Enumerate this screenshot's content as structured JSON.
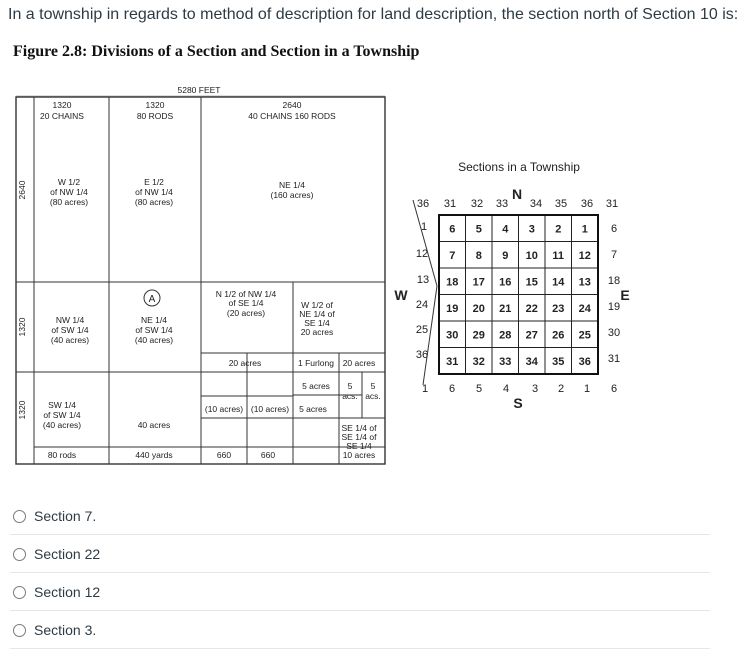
{
  "question": "In a township in regards to method of description for land description, the section north of Section 10 is:",
  "figure": {
    "title": "Figure 2.8: Divisions of a Section and Section in a Township",
    "section": {
      "top_dim": "5280 FEET",
      "col1_head": [
        "1320",
        "20 CHAINS"
      ],
      "col2_head": [
        "1320",
        "80 RODS"
      ],
      "col3_head": [
        "2640",
        "40 CHAINS 160 RODS"
      ],
      "side_top": "2640",
      "side_mid": "1320",
      "side_bot": "1320",
      "w_half": [
        "W 1/2",
        "of NW 1/4",
        "(80 acres)"
      ],
      "e_half": [
        "E 1/2",
        "of NW 1/4",
        "(80 acres)"
      ],
      "ne_quarter": [
        "NE 1/4",
        "(160 acres)"
      ],
      "nw_sw": [
        "NW 1/4",
        "of SW 1/4",
        "(40 acres)"
      ],
      "marker_a": "A",
      "ne_sw": [
        "NE 1/4",
        "of SW 1/4",
        "(40 acres)"
      ],
      "n_half_nw_se": [
        "N 1/2 of NW 1/4",
        "of SE 1/4",
        "(20 acres)"
      ],
      "w_half_ne_se": [
        "W 1/2 of",
        "NE 1/4 of",
        "SE 1/4",
        "20 acres"
      ],
      "twenty_acres_left": "20 acres",
      "furlong": "1 Furlong",
      "twenty_acres_right": "20 acres",
      "five_acres_top": "5 acres",
      "five_acs_a": [
        "5",
        "acs."
      ],
      "five_acs_b": [
        "5",
        "acs."
      ],
      "ten_acres_a": "(10 acres)",
      "ten_acres_b": "(10 acres)",
      "five_acres_mid": "5 acres",
      "se_se_se": [
        "SE 1/4 of",
        "SE 1/4 of",
        "SE 1/4",
        "10 acres"
      ],
      "sw_sw": [
        "SW 1/4",
        "of SW 1/4",
        "(40 acres)"
      ],
      "forty_acres": "40 acres",
      "bottom_80rods": "80 rods",
      "bottom_440yards": "440 yards",
      "bottom_660a": "660",
      "bottom_660b": "660"
    },
    "township": {
      "title": "Sections in a Township",
      "north": "N",
      "south": "S",
      "east": "E",
      "west": "W",
      "top_labels": [
        "36",
        "31",
        "32",
        "33",
        "34",
        "35",
        "36",
        "31"
      ],
      "bottom_labels": [
        "1",
        "6",
        "5",
        "4",
        "3",
        "2",
        "1",
        "6"
      ],
      "left_labels": [
        "1",
        "12",
        "13",
        "24",
        "25",
        "36"
      ],
      "right_labels": [
        "6",
        "7",
        "18",
        "19",
        "30",
        "31"
      ],
      "grid": [
        [
          "6",
          "5",
          "4",
          "3",
          "2",
          "1"
        ],
        [
          "7",
          "8",
          "9",
          "10",
          "11",
          "12"
        ],
        [
          "18",
          "17",
          "16",
          "15",
          "14",
          "13"
        ],
        [
          "19",
          "20",
          "21",
          "22",
          "23",
          "24"
        ],
        [
          "30",
          "29",
          "28",
          "27",
          "26",
          "25"
        ],
        [
          "31",
          "32",
          "33",
          "34",
          "35",
          "36"
        ]
      ]
    }
  },
  "answers": [
    "Section 7.",
    "Section 22",
    "Section 12",
    "Section 3."
  ]
}
